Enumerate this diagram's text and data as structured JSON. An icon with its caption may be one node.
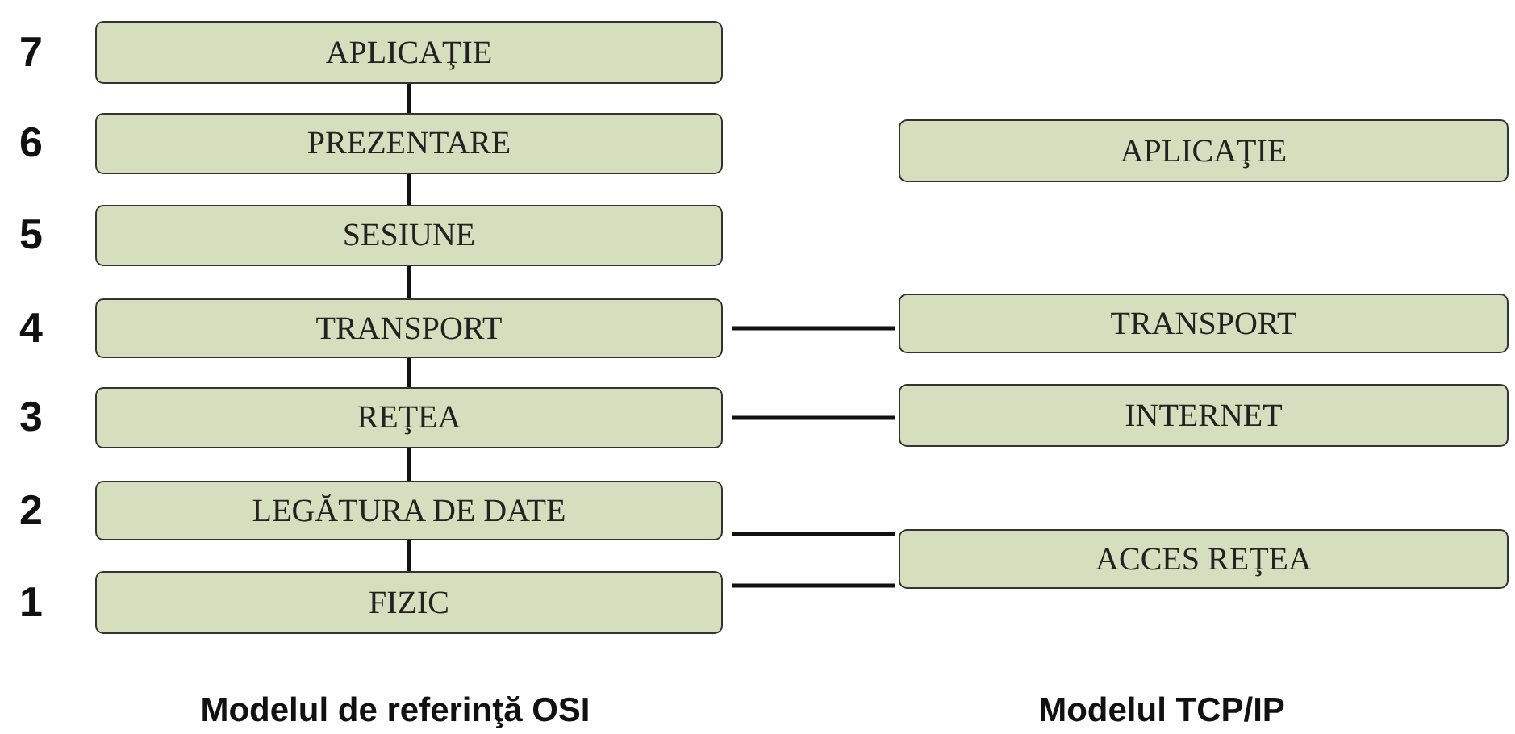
{
  "diagram": {
    "nodes": [
      {
        "text": [
          "APLICAŢIE"
        ],
        "beside": [
          "7"
        ]
      },
      {
        "text": [
          "PREZENTARE"
        ],
        "beside": [
          "6"
        ]
      },
      {
        "text": [
          "SESIUNE"
        ],
        "beside": [
          "5"
        ]
      },
      {
        "text": [
          "TRANSPORT"
        ],
        "beside": [
          "4"
        ]
      },
      {
        "text": [
          "REŢEA"
        ],
        "beside": [
          "3"
        ]
      },
      {
        "text": [
          "LEGĂTURA DE DATE"
        ],
        "beside": [
          "2"
        ]
      },
      {
        "text": [
          "FIZIC"
        ],
        "beside": [
          "1"
        ]
      },
      {
        "text": [
          "APLICAŢIE"
        ]
      },
      {
        "text": [
          "TRANSPORT"
        ]
      },
      {
        "text": [
          "INTERNET"
        ]
      },
      {
        "text": [
          "ACCES REŢEA"
        ]
      }
    ],
    "edges": [
      {
        "from": 0,
        "to": 1,
        "arrow": "none"
      },
      {
        "from": 1,
        "to": 2,
        "arrow": "none"
      },
      {
        "from": 2,
        "to": 3,
        "arrow": "none"
      },
      {
        "from": 3,
        "to": 4,
        "arrow": "none"
      },
      {
        "from": 4,
        "to": 5,
        "arrow": "none"
      },
      {
        "from": 5,
        "to": 6,
        "arrow": "none"
      },
      {
        "from": 3,
        "to": 8,
        "arrow": "none"
      },
      {
        "from": 4,
        "to": 9,
        "arrow": "none"
      },
      {
        "from": 5,
        "to": 10,
        "arrow": "none"
      },
      {
        "from": 6,
        "to": 10,
        "arrow": "none"
      }
    ],
    "labels": [
      "Modelul de referinţă OSI",
      "Modelul TCP/IP"
    ]
  }
}
